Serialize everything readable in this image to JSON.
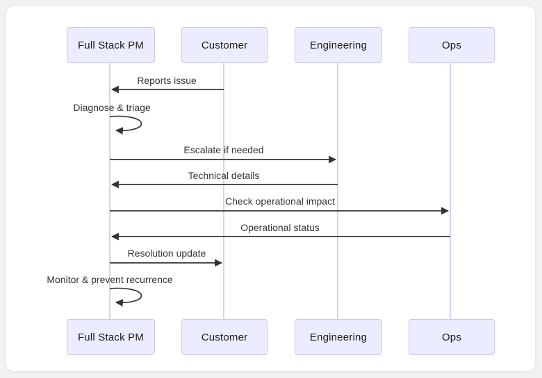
{
  "diagram": {
    "type": "sequence",
    "actors": [
      {
        "id": "full-stack-pm",
        "label": "Full Stack PM"
      },
      {
        "id": "customer",
        "label": "Customer"
      },
      {
        "id": "engineering",
        "label": "Engineering"
      },
      {
        "id": "ops",
        "label": "Ops"
      }
    ],
    "messages": [
      {
        "from": "customer",
        "to": "full-stack-pm",
        "label": "Reports issue",
        "type": "solid-arrow"
      },
      {
        "from": "full-stack-pm",
        "to": "full-stack-pm",
        "label": "Diagnose & triage",
        "type": "self-loop"
      },
      {
        "from": "full-stack-pm",
        "to": "engineering",
        "label": "Escalate if needed",
        "type": "solid-arrow"
      },
      {
        "from": "engineering",
        "to": "full-stack-pm",
        "label": "Technical details",
        "type": "solid-arrow"
      },
      {
        "from": "full-stack-pm",
        "to": "ops",
        "label": "Check operational impact",
        "type": "solid-arrow"
      },
      {
        "from": "ops",
        "to": "full-stack-pm",
        "label": "Operational status",
        "type": "solid-arrow"
      },
      {
        "from": "full-stack-pm",
        "to": "customer",
        "label": "Resolution update",
        "type": "solid-arrow"
      },
      {
        "from": "full-stack-pm",
        "to": "full-stack-pm",
        "label": "Monitor & prevent recurrence",
        "type": "self-loop"
      }
    ],
    "colors": {
      "page_background": "#f2f2f5",
      "canvas_background": "#ffffff",
      "actor_fill": "#ececff",
      "actor_border": "#cfc5f0",
      "lifeline": "#d2c9ef",
      "arrow": "#333333",
      "text": "#333333"
    }
  }
}
